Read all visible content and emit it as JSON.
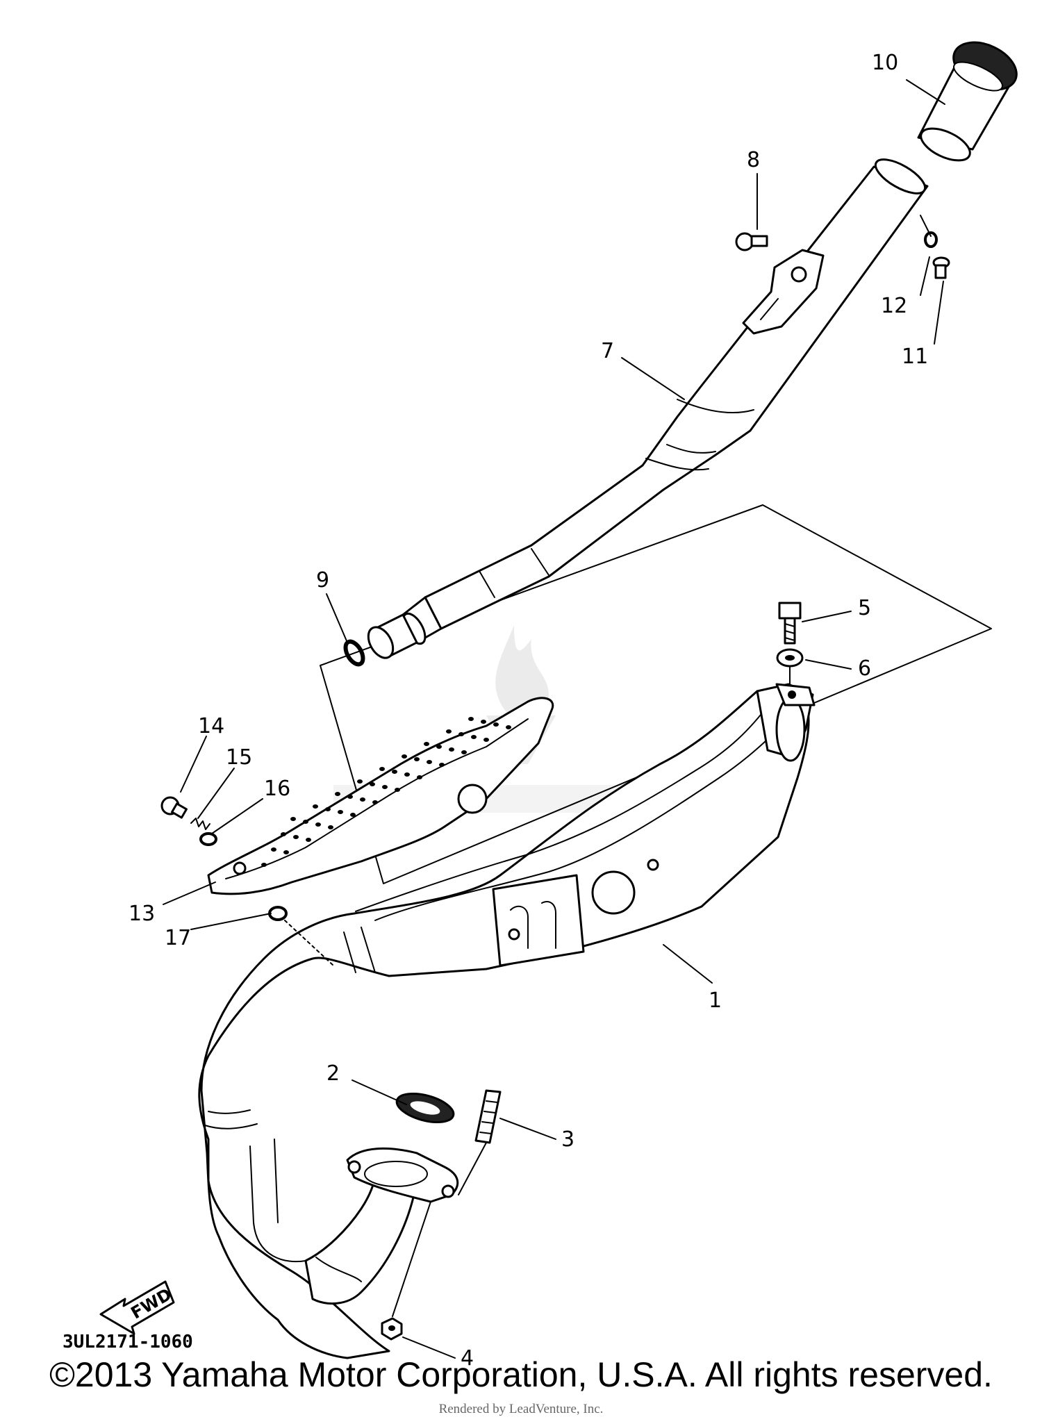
{
  "diagram": {
    "code": "3UL2171-1060",
    "fwd_label": "FWD",
    "callouts": [
      {
        "n": "1",
        "name": "callout-1"
      },
      {
        "n": "2",
        "name": "callout-2"
      },
      {
        "n": "3",
        "name": "callout-3"
      },
      {
        "n": "4",
        "name": "callout-4"
      },
      {
        "n": "5",
        "name": "callout-5"
      },
      {
        "n": "6",
        "name": "callout-6"
      },
      {
        "n": "7",
        "name": "callout-7"
      },
      {
        "n": "8",
        "name": "callout-8"
      },
      {
        "n": "9",
        "name": "callout-9"
      },
      {
        "n": "10",
        "name": "callout-10"
      },
      {
        "n": "11",
        "name": "callout-11"
      },
      {
        "n": "12",
        "name": "callout-12"
      },
      {
        "n": "13",
        "name": "callout-13"
      },
      {
        "n": "14",
        "name": "callout-14"
      },
      {
        "n": "15",
        "name": "callout-15"
      },
      {
        "n": "16",
        "name": "callout-16"
      },
      {
        "n": "17",
        "name": "callout-17"
      }
    ]
  },
  "footer": {
    "copyright": "©2013 Yamaha Motor Corporation, U.S.A. All rights reserved.",
    "watermark": "Rendered by LeadVenture, Inc."
  }
}
